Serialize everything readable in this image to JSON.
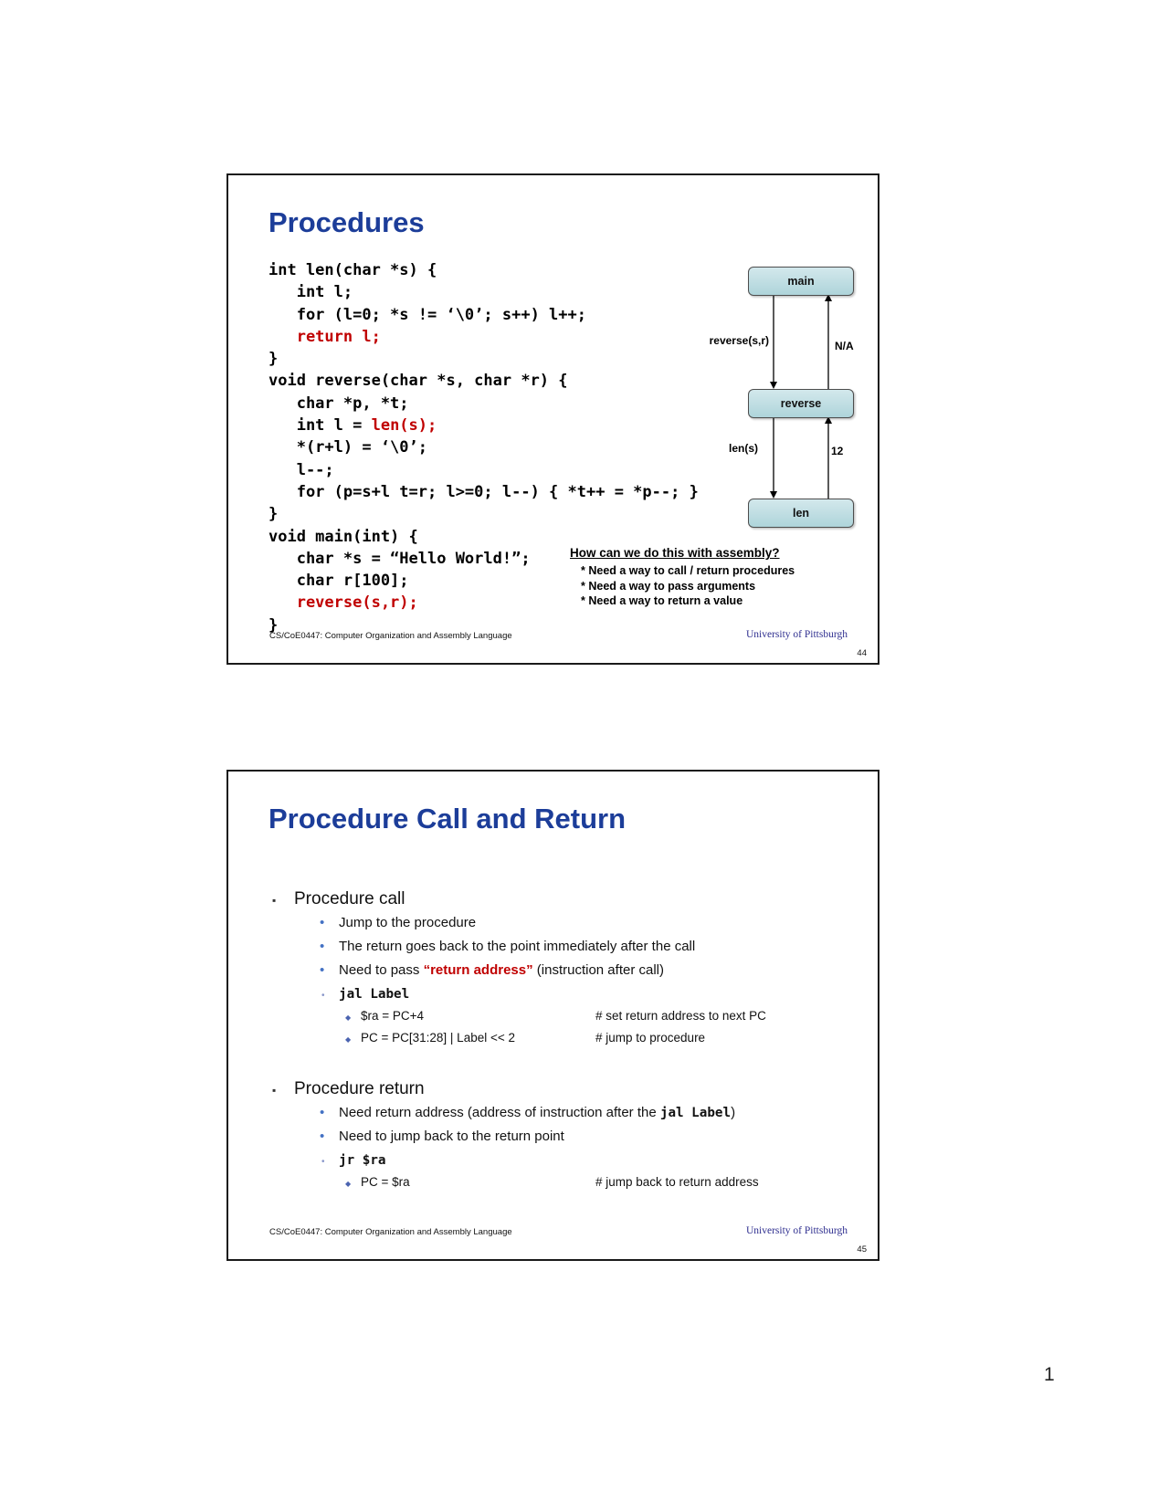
{
  "page": {
    "number": "1"
  },
  "colors": {
    "title_blue": "#1c3d99",
    "highlight_red": "#c00000",
    "diagram_box_fill": "#b9d9de",
    "footer_serif_blue": "#2e2e8f"
  },
  "slide1": {
    "title": "Procedures",
    "code": [
      [
        [
          "int len(char *s) {",
          0
        ]
      ],
      [
        [
          "   int l;",
          0
        ]
      ],
      [
        [
          "   for (l=0; *s != ‘\\0’; s++) l++;",
          0
        ]
      ],
      [
        [
          "   return l;",
          1
        ]
      ],
      [
        [
          "}",
          0
        ]
      ],
      [
        [
          "void reverse(char *s, char *r) {",
          0
        ]
      ],
      [
        [
          "   char *p, *t;",
          0
        ]
      ],
      [
        [
          "   int l = ",
          0
        ],
        [
          "len(s);",
          1
        ]
      ],
      [
        [
          "   *(r+l) = ‘\\0’;",
          0
        ]
      ],
      [
        [
          "   l--;",
          0
        ]
      ],
      [
        [
          "   for (p=s+l t=r; l>=0; l--) { *t++ = *p--; }",
          0
        ]
      ],
      [
        [
          "}",
          0
        ]
      ],
      [
        [
          "void main(int) {",
          0
        ]
      ],
      [
        [
          "   char *s = “Hello World!”;",
          0
        ]
      ],
      [
        [
          "   char r[100];",
          0
        ]
      ],
      [
        [
          "   reverse(s,r);",
          1
        ]
      ],
      [
        [
          "}",
          0
        ]
      ]
    ],
    "diagram": {
      "boxes": [
        "main",
        "reverse",
        "len"
      ],
      "call1": "reverse(s,r)",
      "ret1": "N/A",
      "call2": "len(s)",
      "ret2": "12"
    },
    "assembly": {
      "heading": "How can we do this with assembly?",
      "items": [
        "* Need a way to call / return procedures",
        "* Need a way to pass arguments",
        "* Need a way to return a value"
      ]
    },
    "footer_left": "CS/CoE0447: Computer Organization and Assembly Language",
    "footer_right": "University of Pittsburgh",
    "page_num": "44"
  },
  "slide2": {
    "title": "Procedure Call and Return",
    "bullets": [
      {
        "level": "1",
        "segments": [
          [
            "Procedure call",
            "plain"
          ]
        ]
      },
      {
        "level": "2",
        "segments": [
          [
            "Jump to the procedure",
            "plain"
          ]
        ]
      },
      {
        "level": "2",
        "segments": [
          [
            "The return goes back to the point immediately after the call",
            "plain"
          ]
        ]
      },
      {
        "level": "2",
        "segments": [
          [
            "Need to pass ",
            "plain"
          ],
          [
            "“return address”",
            "red"
          ],
          [
            " (instruction after call)",
            "plain"
          ]
        ]
      },
      {
        "level": "2_5",
        "segments": [
          [
            "jal Label",
            "mono"
          ]
        ]
      },
      {
        "level": "3",
        "segments": [
          [
            "$ra = PC+4",
            "plain"
          ]
        ],
        "comment": "# set return address to next PC"
      },
      {
        "level": "3",
        "segments": [
          [
            "PC = PC[31:28] | Label << 2",
            "plain"
          ]
        ],
        "comment": "# jump to procedure"
      },
      {
        "level": "1",
        "gap": true,
        "segments": [
          [
            "Procedure return",
            "plain"
          ]
        ]
      },
      {
        "level": "2",
        "segments": [
          [
            "Need return address (address of instruction after the ",
            "plain"
          ],
          [
            "jal Label",
            "mono"
          ],
          [
            ")",
            "plain"
          ]
        ]
      },
      {
        "level": "2",
        "segments": [
          [
            "Need to jump back to the return point",
            "plain"
          ]
        ]
      },
      {
        "level": "2_5",
        "segments": [
          [
            "jr $ra",
            "mono"
          ]
        ]
      },
      {
        "level": "3",
        "segments": [
          [
            "PC = $ra",
            "plain"
          ]
        ],
        "comment": "# jump back to return address"
      }
    ],
    "footer_left": "CS/CoE0447: Computer Organization and Assembly Language",
    "footer_right": "University of Pittsburgh",
    "page_num": "45"
  }
}
